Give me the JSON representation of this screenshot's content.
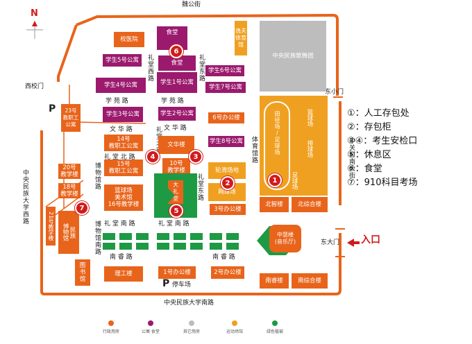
{
  "roads": {
    "weigong": "魏公街",
    "xixiaomen": "西校门",
    "dongxiaomen": "东小门",
    "zhongguancun": "中关村南大街",
    "minda_west": "中央民族大学西路",
    "minda_south": "中央民族大学南路",
    "xueyuan1": "学 苑 路",
    "xueyuan2": "学 苑 路",
    "wenhua1": "文 华 路",
    "wenhua2": "文 华 路",
    "litang_west": "礼堂西路",
    "litang_east": "礼堂东路",
    "litang_north": "礼堂北路",
    "litang_north2": "礼 堂 北 路",
    "litang_south": "礼 堂 南 路",
    "litang_south2": "礼 堂 南 路",
    "nanrui1": "南 睿 路",
    "nanrui2": "南 睿 路",
    "bowuguan1": "博物馆路",
    "bowuguan2": "博物馆南路",
    "tiyuguan": "体育馆路",
    "parking": "停车场",
    "parking_p1": "P",
    "parking_p2": "P"
  },
  "buildings": {
    "hospital": "校医院",
    "canteen_top": "食堂",
    "sports_hall": "逸夫\n体育\n馆",
    "song_dance": "中央民族歌舞团",
    "dorm5": "学生5号公寓",
    "dorm4": "学生4号公寓",
    "canteen": "食堂",
    "dorm1": "学生1号公寓",
    "dorm6": "学生6号公寓",
    "dorm7": "学生7号公寓",
    "staff23": "23号\n教职工\n公寓",
    "dorm3": "学生3号公寓",
    "dorm2": "学生2号公寓",
    "office6": "6号办公楼",
    "staff14": "14号\n教职工公寓",
    "wenhua": "文华楼",
    "dorm8": "学生8号公寓",
    "staff15": "15号\n教职工公寓",
    "teach10": "10号\n教学楼",
    "skating": "轮滑场地",
    "teach20": "20号\n教学楼",
    "teach18": "18号\n教学楼",
    "auditorium": "大\n礼\n堂",
    "tennis": "网球场",
    "basketball": "篮球场\n美术馆\n16号教学楼",
    "office3": "3号办公楼",
    "teach21": "21号教学楼",
    "museum": "民族\n博物馆",
    "track": "田径场/足球场",
    "basketball2": "篮球场",
    "volleyball": "排球场",
    "football": "足球场",
    "beizhi": "北智楼",
    "beizonghe": "北综合楼",
    "zhonghui": "中慧楼\n(音乐厅)",
    "library": "图\n书\n馆",
    "ligong": "理工楼",
    "office1": "1号办公楼",
    "office2": "2号办公楼",
    "nanrui_bldg": "南睿楼",
    "nanzonghe": "南综合楼"
  },
  "gates": {
    "east_gate": "东大门",
    "entrance": "入口"
  },
  "compass": "N",
  "markers": [
    "1",
    "2",
    "3",
    "4",
    "5",
    "6",
    "7"
  ],
  "legend": [
    "①：人工存包处",
    "②：存包柜",
    "③④：考生安检口",
    "⑤：休息区",
    "⑥：食堂",
    "⑦：910科目考场"
  ],
  "categories": [
    {
      "label": "行政用房",
      "color": "#e8641b"
    },
    {
      "label": "公寓·食堂",
      "color": "#9b1a6d"
    },
    {
      "label": "其它用房",
      "color": "#bdbdbd"
    },
    {
      "label": "运动场馆",
      "color": "#f0a020"
    },
    {
      "label": "绿色植被",
      "color": "#1e9a45"
    }
  ],
  "colors": {
    "admin": "#e8641b",
    "dorm": "#9b1a6d",
    "other": "#bdbdbd",
    "sports": "#f0a020",
    "green": "#1e9a45",
    "marker": "#d11b1b",
    "arrow": "#d11b1b"
  }
}
